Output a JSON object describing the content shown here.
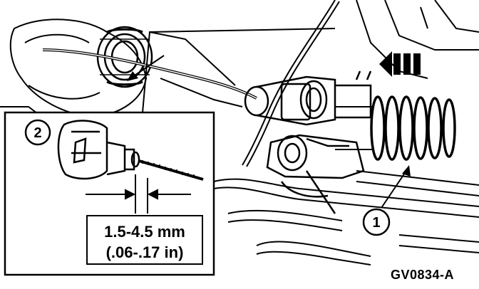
{
  "figure_id": "GV0834-A",
  "callouts": [
    {
      "number": "1"
    },
    {
      "number": "2"
    }
  ],
  "dimension": {
    "metric": "1.5-4.5 mm",
    "imperial": "(.06-.17 in)"
  }
}
